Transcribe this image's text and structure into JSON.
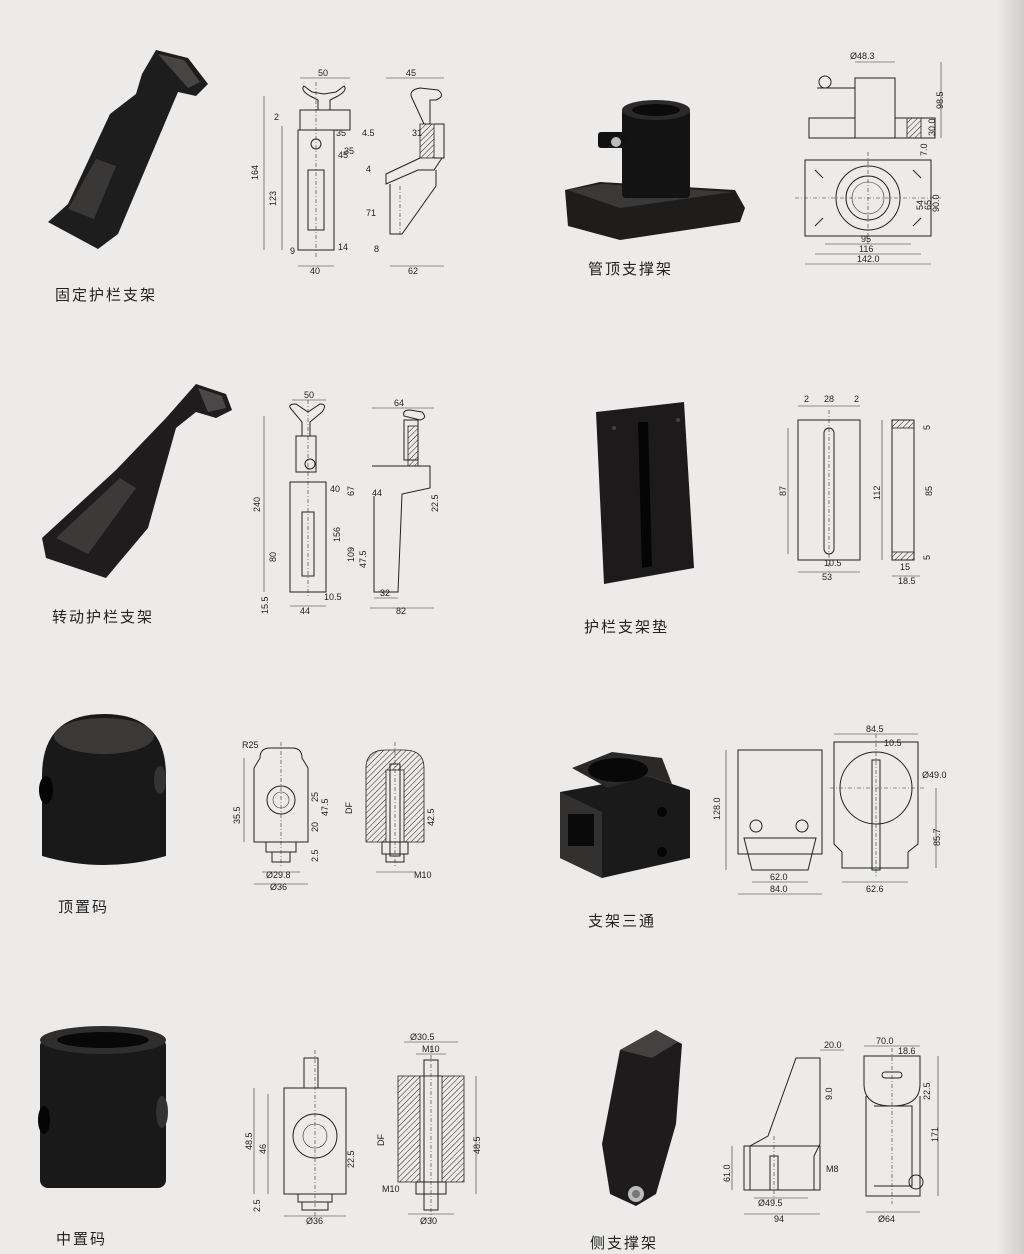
{
  "products": [
    {
      "id": "p1",
      "name": "固定护栏支架",
      "dims": [
        "50",
        "45",
        "2",
        "4.5",
        "31",
        "35",
        "164",
        "123",
        "35",
        "4",
        "45",
        "71",
        "9",
        "40",
        "14",
        "8",
        "62"
      ]
    },
    {
      "id": "p2",
      "name": "管顶支撑架",
      "dims": [
        "Ø48.3",
        "98.5",
        "30.0",
        "7.0",
        "54",
        "65",
        "90.0",
        "95",
        "116",
        "142.0"
      ]
    },
    {
      "id": "p3",
      "name": "转动护栏支架",
      "dims": [
        "50",
        "64",
        "240",
        "40",
        "67",
        "44",
        "22.5",
        "156",
        "109",
        "80",
        "47.5",
        "15.5",
        "44",
        "10.5",
        "32",
        "82"
      ]
    },
    {
      "id": "p4",
      "name": "护栏支架垫",
      "dims": [
        "2",
        "28",
        "2",
        "5",
        "87",
        "112",
        "85",
        "10.5",
        "53",
        "5",
        "15",
        "18.5"
      ]
    },
    {
      "id": "p5",
      "name": "顶置码",
      "dims": [
        "R25",
        "25",
        "47.5",
        "42.5",
        "35.5",
        "20",
        "2.5",
        "Ø29.8",
        "Ø36",
        "M10"
      ]
    },
    {
      "id": "p6",
      "name": "支架三通",
      "dims": [
        "84.5",
        "10.5",
        "Ø49.0",
        "128.0",
        "85.7",
        "62.0",
        "84.0",
        "62.6"
      ]
    },
    {
      "id": "p7",
      "name": "中置码",
      "dims": [
        "Ø30.5",
        "M10",
        "48.5",
        "46",
        "22.5",
        "48.5",
        "2.5",
        "M10",
        "Ø36",
        "Ø30"
      ]
    },
    {
      "id": "p8",
      "name": "侧支撑架",
      "dims": [
        "20.0",
        "70.0",
        "18.6",
        "9.0",
        "22.5",
        "171",
        "61.0",
        "M8",
        "Ø49.5",
        "94",
        "Ø64"
      ]
    }
  ]
}
